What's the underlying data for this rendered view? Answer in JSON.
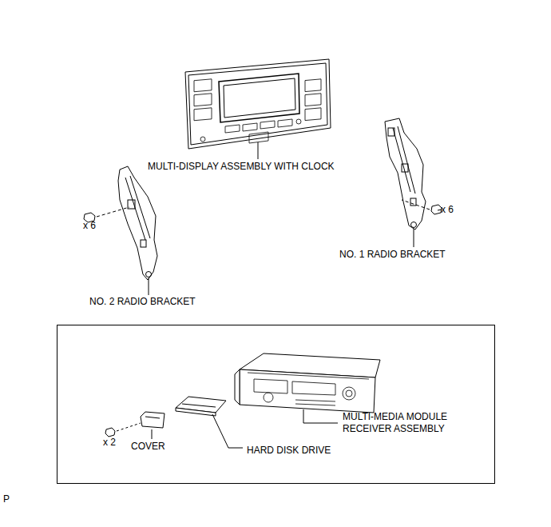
{
  "diagram": {
    "nodes": [
      {
        "text": [
          "x 2",
          "COVER",
          "HARD DISK DRIVE",
          "MULTI-MEDIA MODULE RECEIVER ASSEMBLY"
        ]
      }
    ],
    "labels": [
      "MULTI-DISPLAY ASSEMBLY WITH CLOCK",
      "x 6",
      "NO. 1 RADIO BRACKET",
      "x 6",
      "NO. 2 RADIO BRACKET",
      "P"
    ]
  }
}
